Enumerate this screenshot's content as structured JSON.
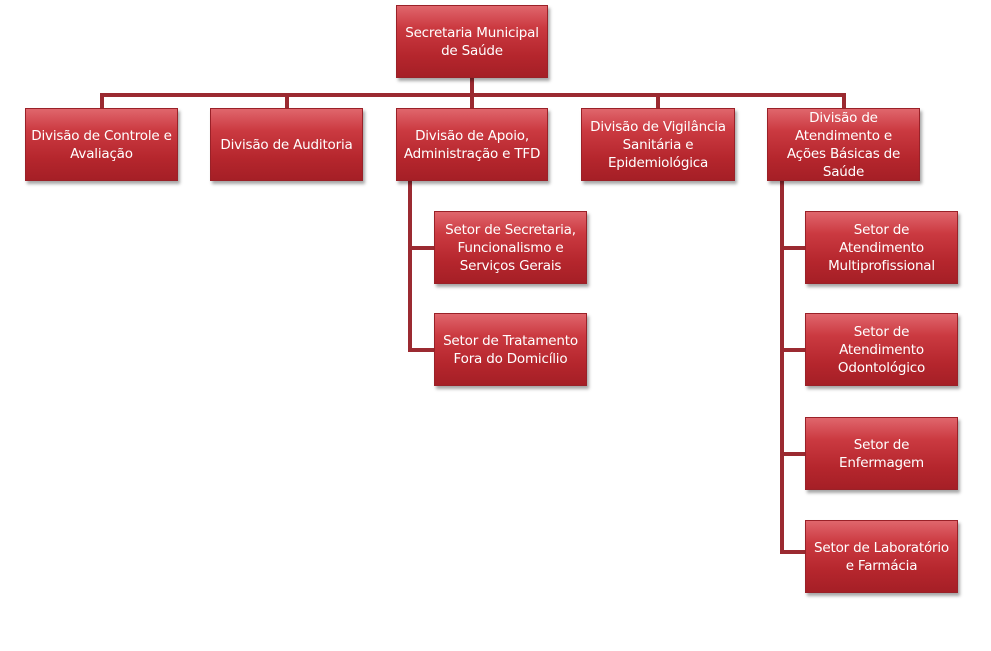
{
  "org_chart": {
    "root": {
      "id": "smsaude",
      "label": "Secretaria Municipal\nde Saúde"
    },
    "divisions": [
      {
        "id": "controle",
        "label": "Divisão de Controle e\nAvaliação",
        "children": []
      },
      {
        "id": "auditoria",
        "label": "Divisão de Auditoria",
        "children": []
      },
      {
        "id": "apoio",
        "label": "Divisão de Apoio,\nAdministração e TFD",
        "children": [
          {
            "id": "secretaria",
            "label": "Setor de Secretaria,\nFuncionalismo e\nServiços Gerais"
          },
          {
            "id": "tratamento",
            "label": "Setor de Tratamento\nFora do Domicílio"
          }
        ]
      },
      {
        "id": "vigilancia",
        "label": "Divisão de Vigilância\nSanitária e\nEpidemiológica",
        "children": []
      },
      {
        "id": "atendimento",
        "label": "Divisão de\nAtendimento e\nAções Básicas de\nSaúde",
        "children": [
          {
            "id": "multiprofissional",
            "label": "Setor de\nAtendimento\nMultiprofissional"
          },
          {
            "id": "odontologico",
            "label": "Setor de\nAtendimento\nOdontológico"
          },
          {
            "id": "enfermagem",
            "label": "Setor de\nEnfermagem"
          },
          {
            "id": "laboratorio",
            "label": "Setor de Laboratório\ne Farmácia"
          }
        ]
      }
    ]
  }
}
